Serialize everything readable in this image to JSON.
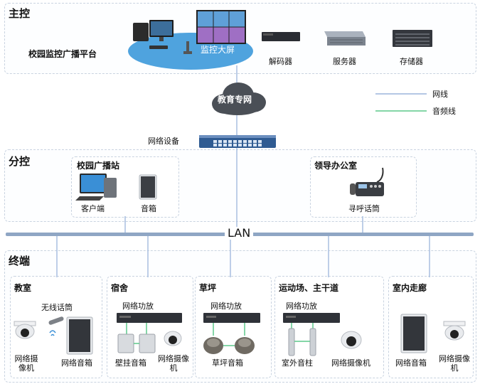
{
  "zones": {
    "main": {
      "title": "主控",
      "platform": "校园监控广播平台",
      "screen": "监控大屏",
      "decoder": "解码器",
      "server": "服务器",
      "storage": "存储器"
    },
    "network": {
      "cloud": "教育专网",
      "switch": "网络设备"
    },
    "legend": {
      "network_line": "网线",
      "audio_line": "音频线"
    },
    "branch": {
      "title": "分控",
      "station": {
        "title": "校园广播站",
        "client": "客户端",
        "speaker": "音箱"
      },
      "office": {
        "title": "领导办公室",
        "mic": "寻呼话筒"
      }
    },
    "lan": "LAN",
    "terminal": {
      "title": "终端",
      "classroom": {
        "title": "教室",
        "mic": "无线话筒",
        "camera": "网络摄像机",
        "speaker": "网络音箱"
      },
      "dorm": {
        "title": "宿舍",
        "amp": "网络功放",
        "speaker": "壁挂音箱",
        "camera": "网络摄像机"
      },
      "lawn": {
        "title": "草坪",
        "amp": "网络功放",
        "speaker": "草坪音箱"
      },
      "field": {
        "title": "运动场、主干道",
        "amp": "网络功放",
        "column": "室外音柱",
        "camera": "网络摄像机"
      },
      "corridor": {
        "title": "室内走廊",
        "speaker": "网络音箱",
        "camera": "网络摄像机"
      }
    }
  },
  "colors": {
    "network_line": "#a9bfe0",
    "audio_line": "#5cc98a",
    "lan_bar": "#8fa6c4",
    "platform_ellipse": "#4fa3de"
  }
}
